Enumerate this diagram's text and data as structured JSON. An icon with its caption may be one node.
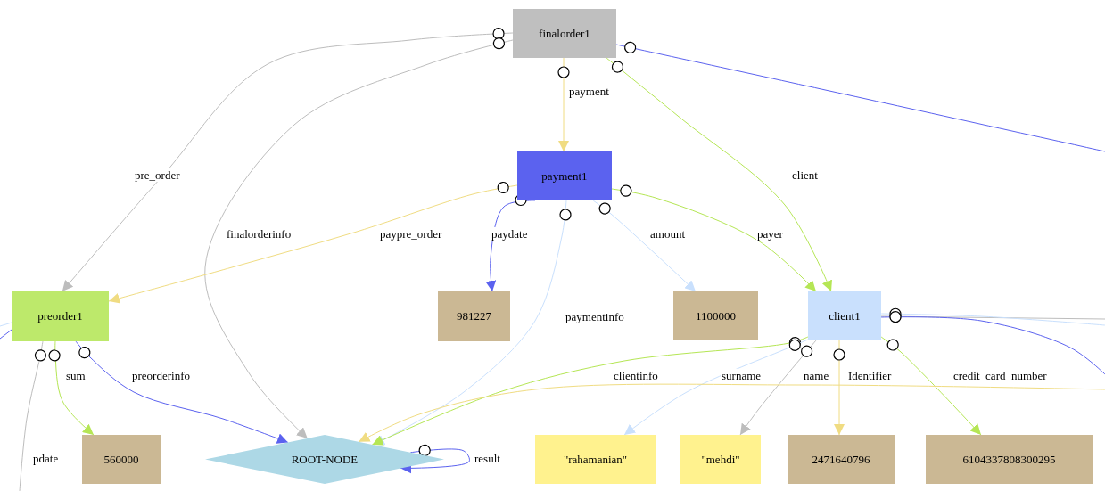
{
  "diagram": {
    "nodes": [
      {
        "text": [
          "finalorder1"
        ]
      },
      {
        "text": [
          "payment1"
        ]
      },
      {
        "text": [
          "preorder1"
        ]
      },
      {
        "text": [
          "981227"
        ]
      },
      {
        "text": [
          "1100000"
        ]
      },
      {
        "text": [
          "client1"
        ]
      },
      {
        "text": [
          "560000"
        ]
      },
      {
        "text": [
          "ROOT-NODE"
        ]
      },
      {
        "text": [
          "\"rahamanian\""
        ]
      },
      {
        "text": [
          "\"mehdi\""
        ]
      },
      {
        "text": [
          "2471640796"
        ]
      },
      {
        "text": [
          "6104337808300295"
        ]
      }
    ],
    "edges": [
      {
        "from": 0,
        "to": 2,
        "arrow": "to",
        "label": "pre_order",
        "color": "#bdbdbd"
      },
      {
        "from": 0,
        "to": 7,
        "arrow": "to",
        "label": "finalorderinfo",
        "color": "#bdbdbd"
      },
      {
        "from": 0,
        "to": 1,
        "arrow": "to",
        "label": "payment",
        "color": "#f0dc82"
      },
      {
        "from": 0,
        "to": 5,
        "arrow": "to",
        "label": "client",
        "color": "#b5e655"
      },
      {
        "from": 0,
        "to": null,
        "arrow": "other",
        "color": "#5b62ef"
      },
      {
        "from": 1,
        "to": 2,
        "arrow": "to",
        "label": "paypre_order",
        "color": "#f0dc82"
      },
      {
        "from": 1,
        "to": 3,
        "arrow": "to",
        "label": "paydate",
        "color": "#5b62ef"
      },
      {
        "from": 1,
        "to": 7,
        "arrow": "to",
        "label": "paymentinfo",
        "color": "#c9e0fd"
      },
      {
        "from": 1,
        "to": 4,
        "arrow": "to",
        "label": "amount",
        "color": "#c9e0fd"
      },
      {
        "from": 1,
        "to": 5,
        "arrow": "to",
        "label": "payer",
        "color": "#b5e655"
      },
      {
        "from": null,
        "to": 2,
        "arrow": "none",
        "color": "#c9e0fd"
      },
      {
        "from": null,
        "to": 2,
        "arrow": "none",
        "color": "#5b62ef"
      },
      {
        "from": 2,
        "to": null,
        "arrow": "other",
        "label": "pdate",
        "color": "#bdbdbd"
      },
      {
        "from": 2,
        "to": 6,
        "arrow": "to",
        "label": "sum",
        "color": "#b5e655"
      },
      {
        "from": 2,
        "to": 7,
        "arrow": "to",
        "label": "preorderinfo",
        "color": "#5b62ef"
      },
      {
        "from": 7,
        "to": 7,
        "arrow": "to",
        "label": "result",
        "color": "#5b62ef"
      },
      {
        "from": 5,
        "to": 7,
        "arrow": "to",
        "label": "clientinfo",
        "color": "#b5e655"
      },
      {
        "from": 5,
        "to": 8,
        "arrow": "to",
        "label": "surname",
        "color": "#c9e0fd"
      },
      {
        "from": 5,
        "to": 9,
        "arrow": "to",
        "label": "name",
        "color": "#bdbdbd"
      },
      {
        "from": 5,
        "to": 10,
        "arrow": "to",
        "label": "Identifier",
        "color": "#f0dc82"
      },
      {
        "from": 5,
        "to": 11,
        "arrow": "to",
        "label": "credit_card_number",
        "color": "#b5e655"
      },
      {
        "from": 5,
        "to": null,
        "arrow": "other",
        "color": "#bdbdbd"
      },
      {
        "from": 5,
        "to": null,
        "arrow": "other",
        "color": "#c9e0fd"
      },
      {
        "from": 5,
        "to": null,
        "arrow": "other",
        "color": "#5b62ef"
      },
      {
        "from": null,
        "to": 7,
        "arrow": "to",
        "color": "#f0dc82"
      }
    ]
  }
}
